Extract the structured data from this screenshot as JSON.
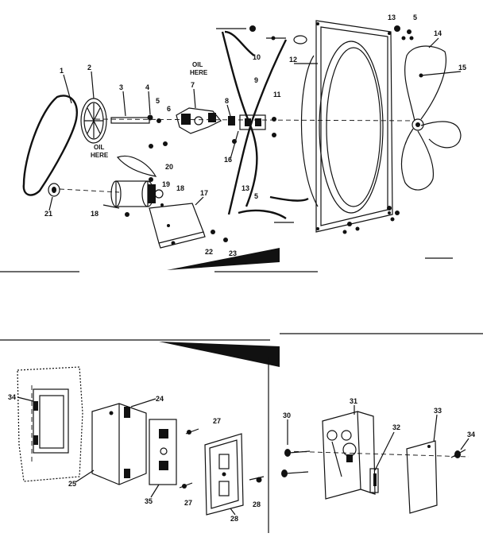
{
  "diagram": {
    "top_section": {
      "callouts": [
        "1",
        "2",
        "3",
        "4",
        "5",
        "6",
        "7",
        "8",
        "9",
        "10",
        "11",
        "12",
        "13",
        "5",
        "14",
        "15",
        "16",
        "13",
        "5",
        "17",
        "18",
        "18",
        "19",
        "20",
        "21",
        "22",
        "23"
      ],
      "notes": [
        {
          "line1": "OIL",
          "line2": "HERE"
        },
        {
          "line1": "OIL",
          "line2": "HERE"
        }
      ]
    },
    "bottom_left_section": {
      "callouts": [
        "34",
        "24",
        "27",
        "25",
        "35",
        "28",
        "27",
        "28"
      ]
    },
    "bottom_right_section": {
      "callouts": [
        "31",
        "30",
        "32",
        "33",
        "34"
      ]
    }
  }
}
